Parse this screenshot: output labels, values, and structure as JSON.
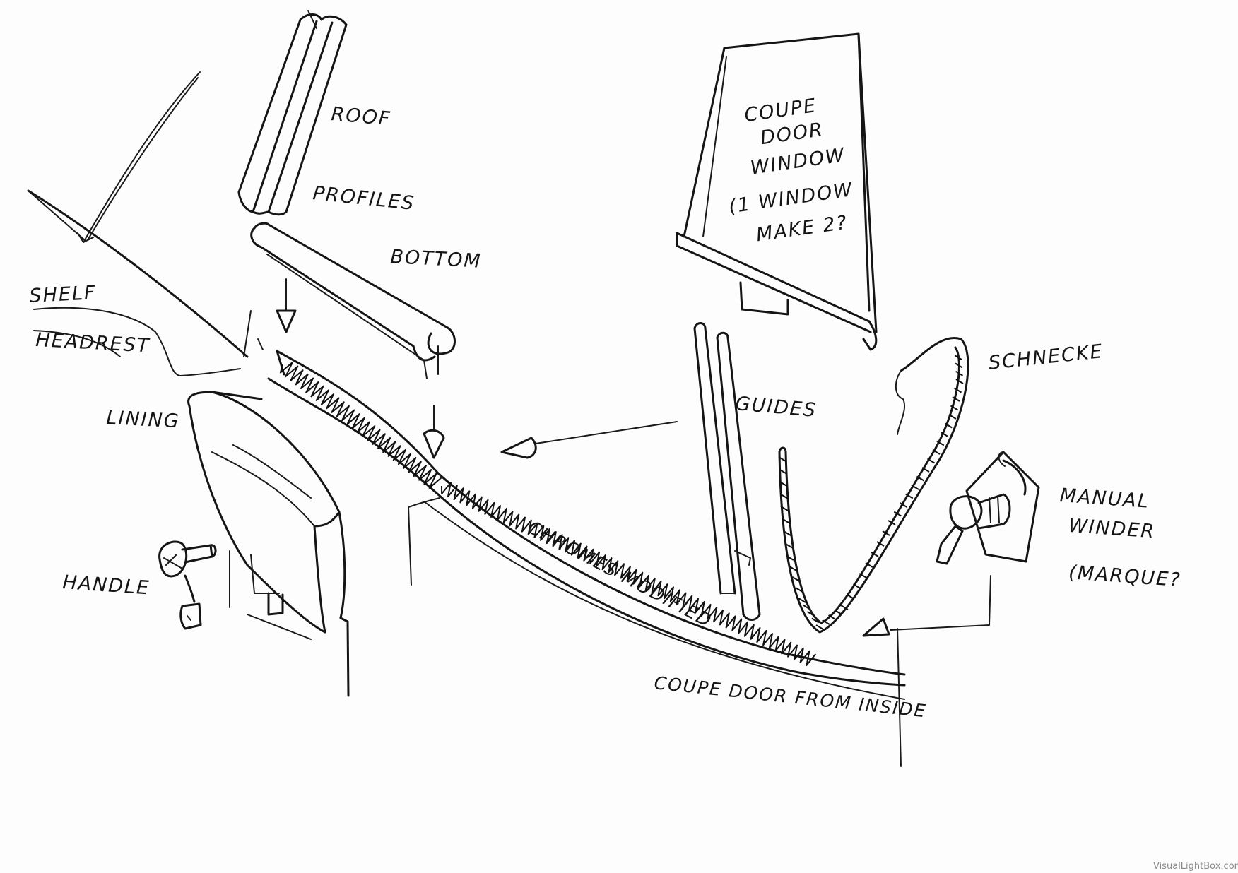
{
  "labels": {
    "roof": "ROOF",
    "profiles": "PROFILES",
    "bottom": "BOTTOM",
    "shelf": "SHELF",
    "headrest": "HEADREST",
    "lining": "LINING",
    "handle": "HANDLE",
    "guides": "GUIDES",
    "schnecke": "SCHNECKE",
    "chromes_modified": "CHROMES MODIFIED",
    "coupe_door_from_inside": "COUPE DOOR FROM INSIDE",
    "window": {
      "line1": "COUPE",
      "line2": "DOOR",
      "line3": "WINDOW",
      "line4": "(1 WINDOW",
      "line5": "MAKE 2?"
    },
    "winder": {
      "line1": "MANUAL",
      "line2": "WINDER",
      "line3": "(MARQUE?"
    }
  },
  "watermark": "VisualLightBox.com",
  "colors": {
    "ink": "#151515",
    "paper": "#fdfdfd"
  }
}
